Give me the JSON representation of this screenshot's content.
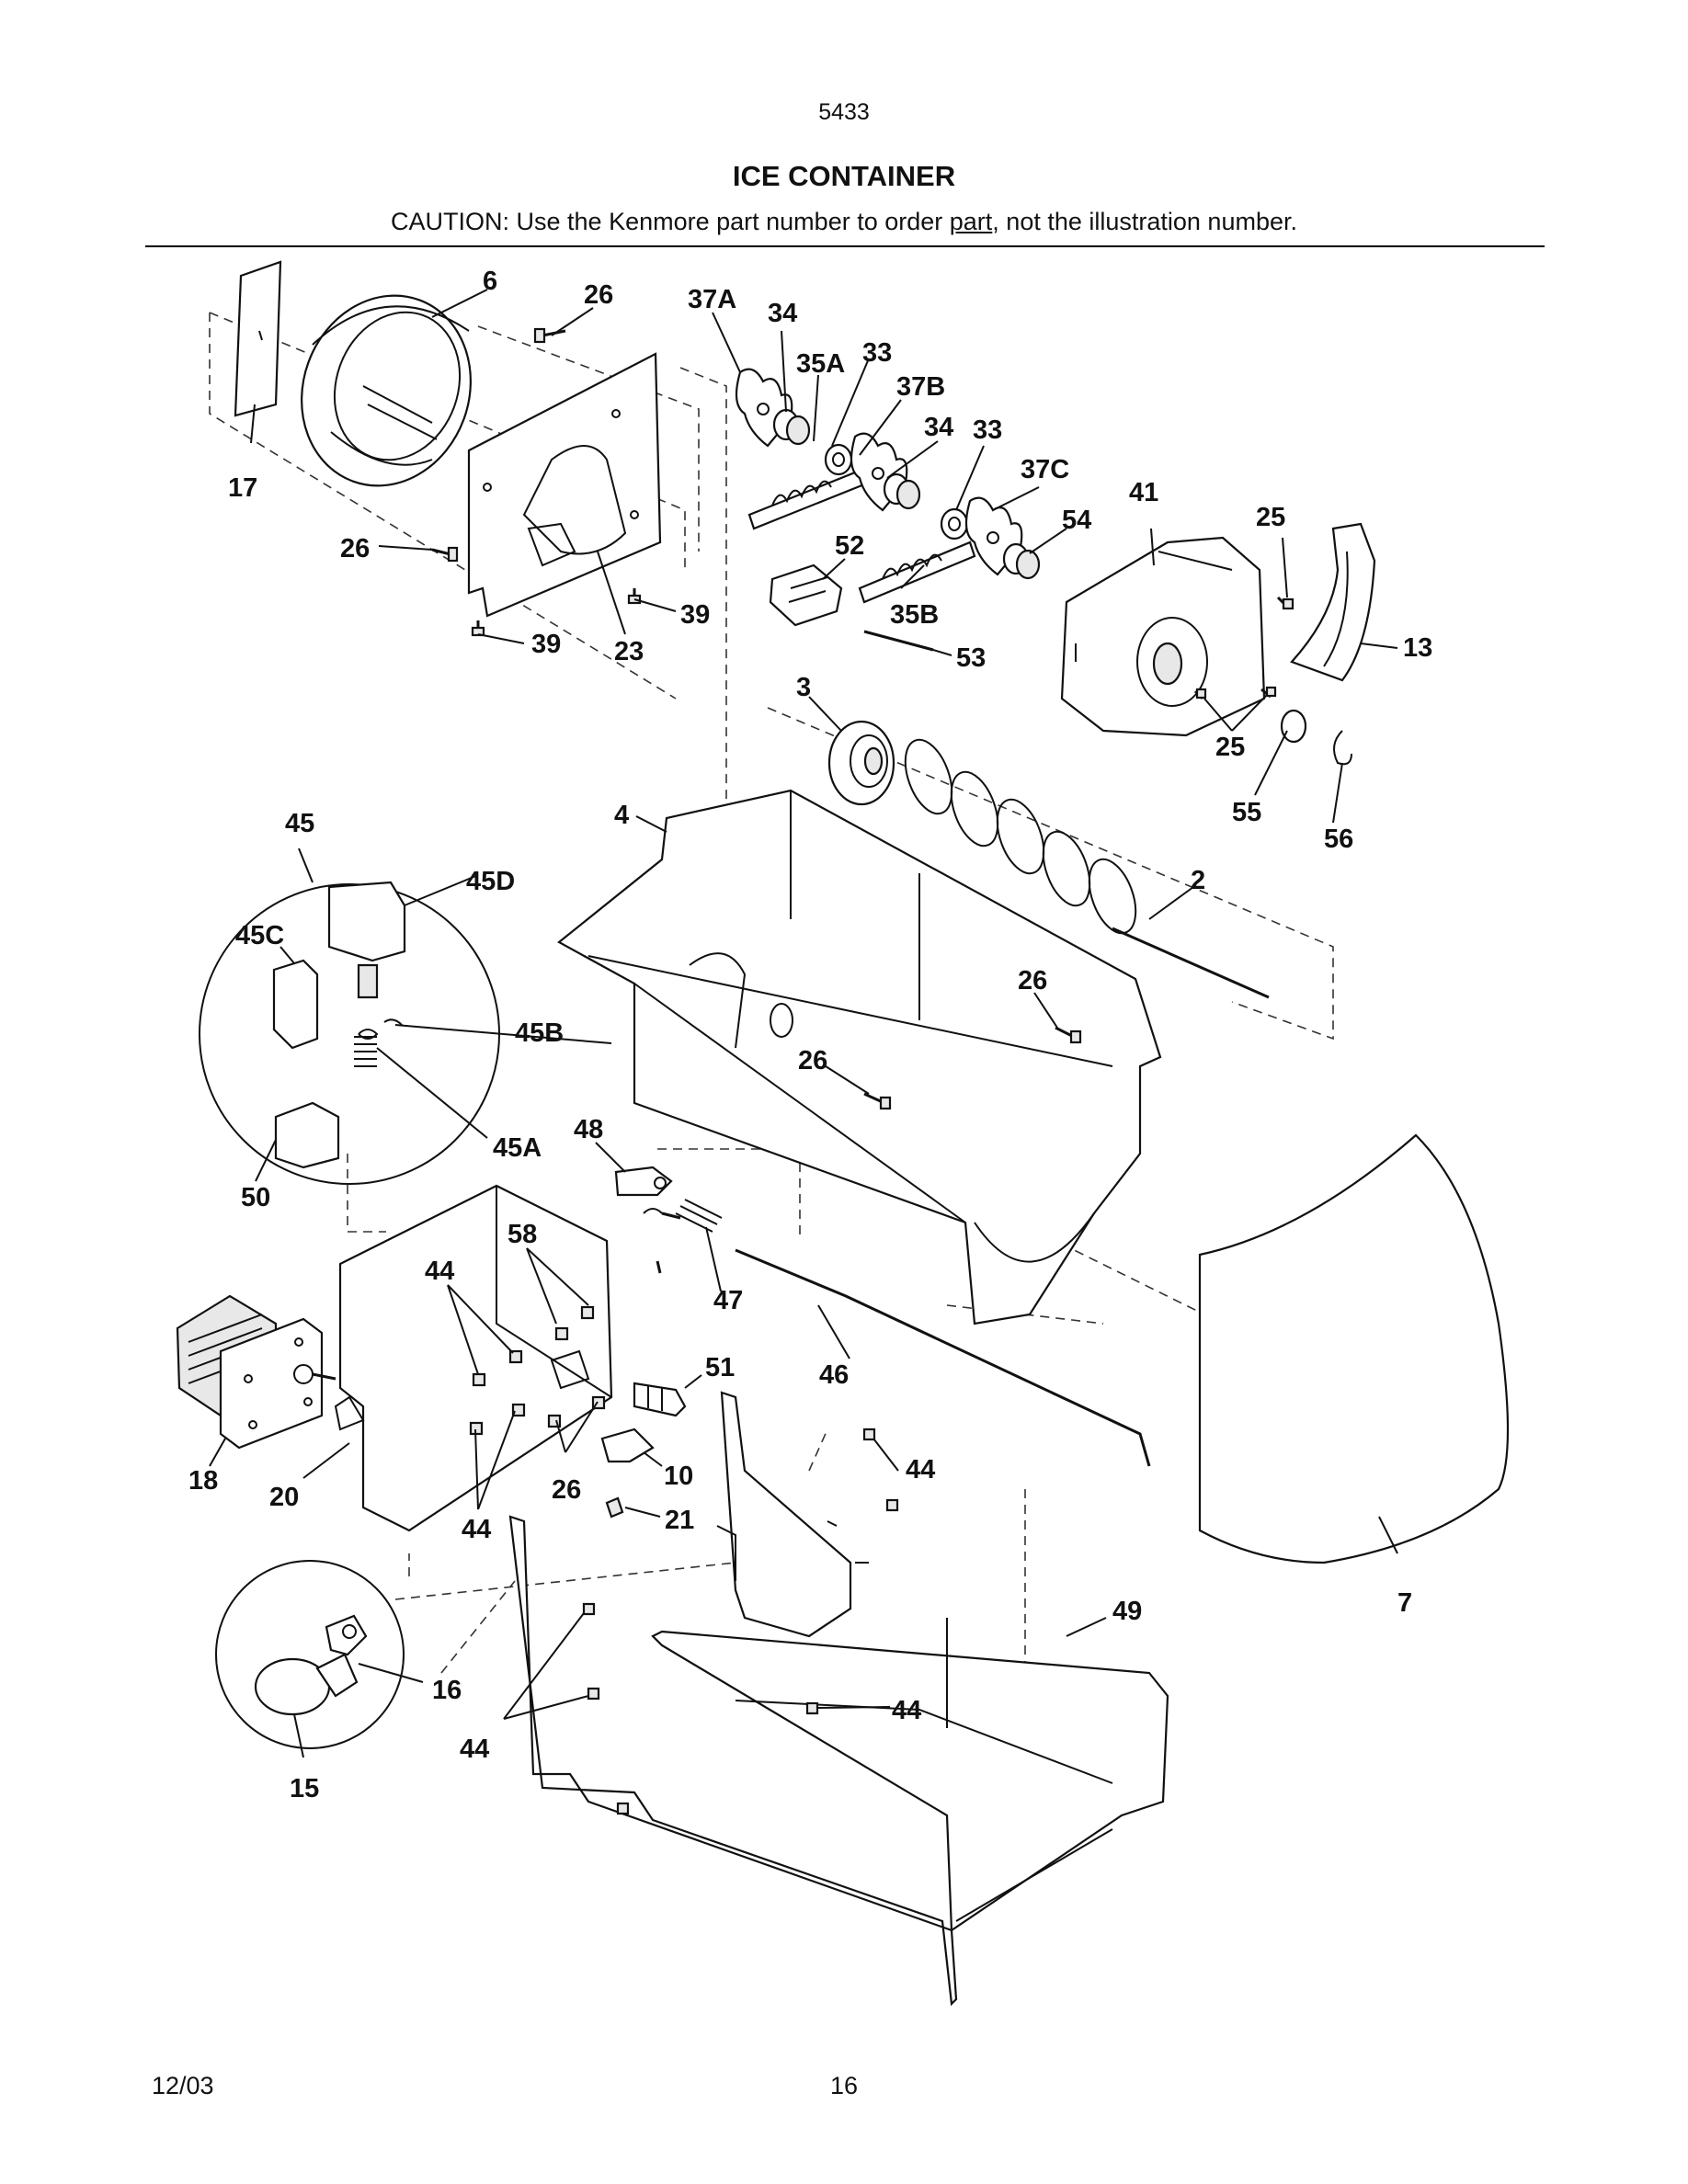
{
  "page": {
    "top_number": "5433",
    "title": "ICE CONTAINER",
    "caution_before": "CAUTION: Use the Kenmore part number to order ",
    "caution_underlined": "part",
    "caution_after": ", not the illustration number.",
    "footer_date": "12/03",
    "footer_page": "16"
  },
  "callouts": {
    "c6": "6",
    "c26a": "26",
    "c37a": "37A",
    "c34a": "34",
    "c35a": "35A",
    "c33a": "33",
    "c37b": "37B",
    "c34b": "34",
    "c33b": "33",
    "c37c": "37C",
    "c41": "41",
    "c54": "54",
    "c25a": "25",
    "c17": "17",
    "c26b": "26",
    "c52": "52",
    "c13": "13",
    "c39a": "39",
    "c23": "23",
    "c39b": "39",
    "c35b": "35B",
    "c53": "53",
    "c3": "3",
    "c25b": "25",
    "c55": "55",
    "c56": "56",
    "c45": "45",
    "c4": "4",
    "c2": "2",
    "c45d": "45D",
    "c45c": "45C",
    "c26c": "26",
    "c45b": "45B",
    "c26d": "26",
    "c45a": "45A",
    "c48": "48",
    "c50": "50",
    "c58": "58",
    "c44a": "44",
    "c47": "47",
    "c51": "51",
    "c46": "46",
    "c44b": "44",
    "c10": "10",
    "c18": "18",
    "c20": "20",
    "c26e": "26",
    "c44c": "44",
    "c21": "21",
    "c49": "49",
    "c7": "7",
    "c16": "16",
    "c44d": "44",
    "c44e": "44",
    "c15": "15"
  }
}
